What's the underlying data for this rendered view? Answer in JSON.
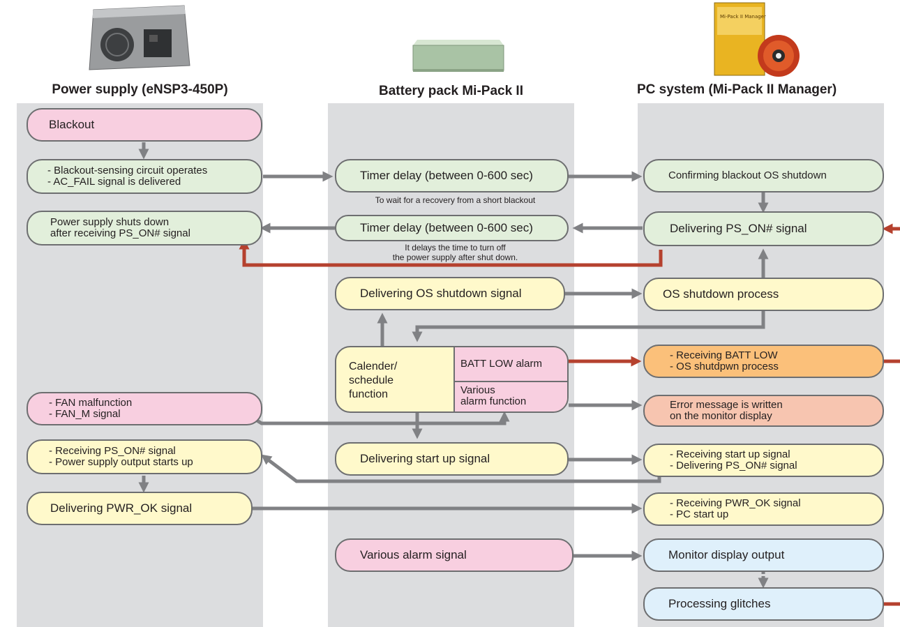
{
  "columns": {
    "power_supply": "Power supply (eNSP3-450P)",
    "battery_pack": "Battery pack Mi-Pack II",
    "pc_system": "PC system (Mi-Pack II Manager)"
  },
  "dvd_label": "Mi-Pack II Manager",
  "power_supply": {
    "blackout": "Blackout",
    "sensing": "- Blackout-sensing circuit operates\n- AC_FAIL signal is delivered",
    "shuts_down": "Power supply shuts down\nafter receiving PS_ON# signal",
    "fan": "- FAN malfunction\n- FAN_M signal",
    "receiving_ps_on": "- Receiving PS_ON# signal\n- Power supply output starts up",
    "pwr_ok": "Delivering PWR_OK signal"
  },
  "battery_pack": {
    "timer1": "Timer delay (between 0-600 sec)",
    "timer1_note": "To wait for a recovery from a short blackout",
    "timer2": "Timer delay (between 0-600 sec)",
    "timer2_note": "It delays the time to turn off\nthe power supply after shut down.",
    "os_shutdown_signal": "Delivering OS shutdown signal",
    "calendar": "Calender/\nschedule\nfunction",
    "batt_low_alarm": "BATT LOW alarm",
    "various_alarm_function": "Various\nalarm function",
    "start_up_signal": "Delivering start up signal",
    "various_alarm_signal": "Various alarm signal"
  },
  "pc_system": {
    "confirming": "Confirming blackout OS shutdown",
    "ps_on": "Delivering PS_ON# signal",
    "os_process": "OS shutdown process",
    "batt_low": "- Receiving BATT LOW\n- OS shutdpwn process",
    "error_message": "Error message is written\non the monitor display",
    "receiving_start_up": "- Receiving start up signal\n- Delivering PS_ON# signal",
    "receiving_pwr_ok": "- Receiving PWR_OK signal\n- PC start up",
    "monitor_output": "Monitor display output",
    "glitches": "Processing glitches"
  },
  "colors": {
    "gray_arrow": "#808184",
    "red_arrow": "#b5412e",
    "column_bg": "#dcdddf"
  }
}
